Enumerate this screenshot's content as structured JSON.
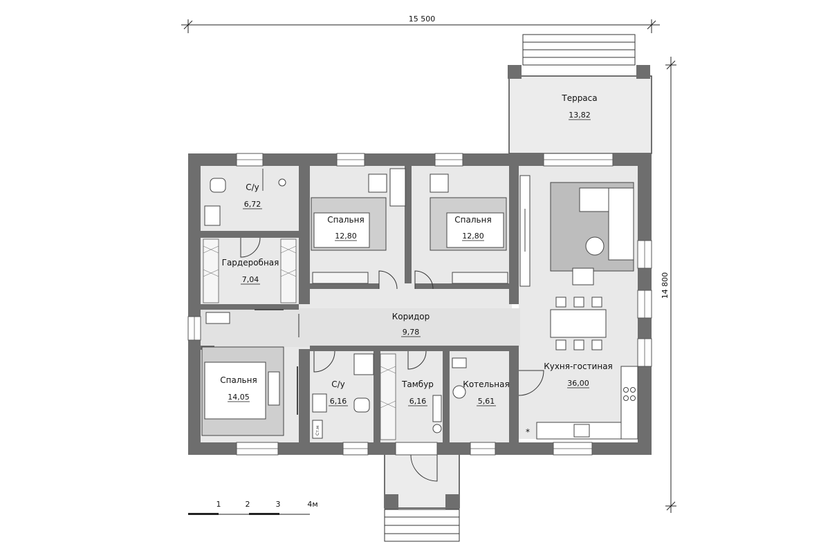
{
  "dimensions": {
    "width_label": "15 500",
    "height_label": "14 800"
  },
  "rooms": [
    {
      "id": "terrace",
      "name": "Терраса",
      "area": "13,82"
    },
    {
      "id": "wc1",
      "name": "С/у",
      "area": "6,72"
    },
    {
      "id": "bedroom2",
      "name": "Спальня",
      "area": "12,80"
    },
    {
      "id": "bedroom3",
      "name": "Спальня",
      "area": "12,80"
    },
    {
      "id": "wardrobe",
      "name": "Гардеробная",
      "area": "7,04"
    },
    {
      "id": "corridor",
      "name": "Коридор",
      "area": "9,78"
    },
    {
      "id": "bedroom1",
      "name": "Спальня",
      "area": "14,05"
    },
    {
      "id": "wc2",
      "name": "С/у",
      "area": "6,16"
    },
    {
      "id": "vestibule",
      "name": "Тамбур",
      "area": "6,16"
    },
    {
      "id": "boiler",
      "name": "Котельная",
      "area": "5,61"
    },
    {
      "id": "kitchen",
      "name": "Кухня-гостиная",
      "area": "36,00"
    }
  ],
  "fixtures": {
    "washer_label": "Ст.м"
  },
  "scale_bar": {
    "ticks": [
      "1",
      "2",
      "3",
      "4м"
    ]
  },
  "colors": {
    "wall": "#6e6e6e",
    "floor": "#e9e9e9",
    "bed": "#cfcfcf",
    "rug": "#bdbdbd"
  }
}
